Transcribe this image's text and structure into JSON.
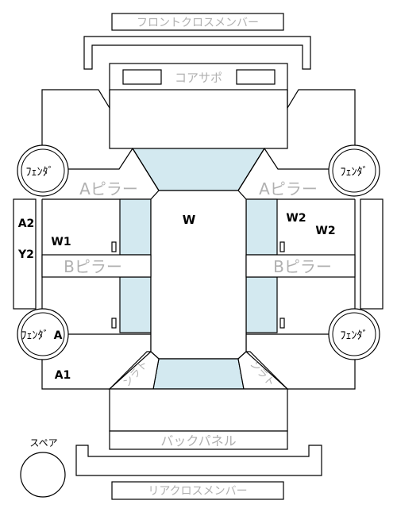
{
  "labels": {
    "front_cross_member": "フロントクロスメンバー",
    "core_support": "コアサポ",
    "a_pillar_left": "Aピラー",
    "a_pillar_right": "Aピラー",
    "b_pillar_left": "Bピラー",
    "b_pillar_right": "Bピラー",
    "trunk_left": "ンラト",
    "trunk_right": "ンラト",
    "back_panel": "バックパネル",
    "rear_cross_member": "リアクロスメンバー",
    "spare": "スペア"
  },
  "fenders": {
    "front_left": "ﾌｪﾝﾀﾞ",
    "front_right": "ﾌｪﾝﾀﾞ",
    "rear_left": "ﾌｪﾝﾀﾞ",
    "rear_right": "ﾌｪﾝﾀﾞ"
  },
  "marks": {
    "roof": "W",
    "left_sill_top": "A2",
    "left_sill_bottom": "Y2",
    "left_front_door": "W1",
    "right_front_door_a": "W2",
    "right_front_door_b": "W2",
    "rear_left_fender": "A",
    "rear_left_quarter": "A1"
  },
  "colors": {
    "glass": "#d3e9f0",
    "outline": "#000000",
    "label_gray": "#b0b0b0"
  }
}
